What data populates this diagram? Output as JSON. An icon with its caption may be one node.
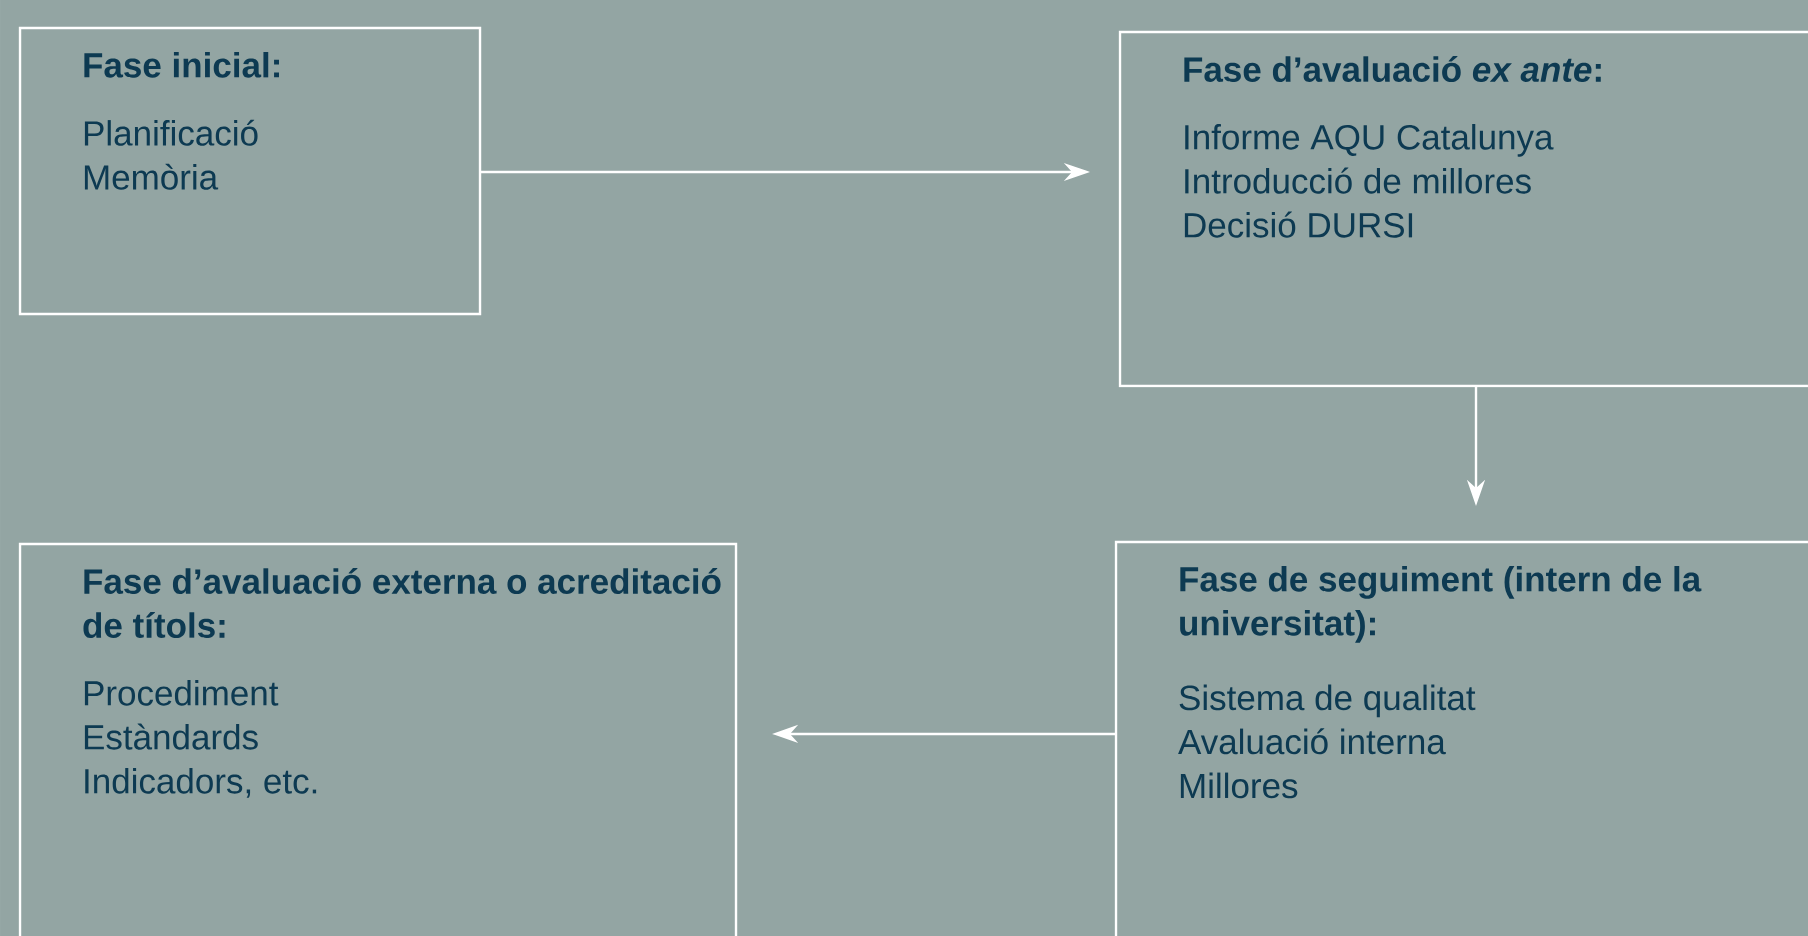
{
  "diagram": {
    "nodes": [
      {
        "text": [
          "Fase inicial:",
          "Planificació",
          "Memòria"
        ]
      },
      {
        "text": [
          "Fase d’avaluació *ex ante*:",
          "Informe AQU Catalunya",
          "Introducció de millores",
          "Decisió DURSI"
        ]
      },
      {
        "text": [
          "Fase d’avaluació externa o acreditació de títols:",
          "Procediment",
          "Estàndards",
          "Indicadors, etc."
        ]
      },
      {
        "text": [
          "Fase de seguiment (intern de la universitat):",
          "Sistema de qualitat",
          "Avaluació interna",
          "Millores"
        ]
      }
    ],
    "edges": [
      {
        "from": 0,
        "to": 1,
        "arrow": "to"
      },
      {
        "from": 1,
        "to": 3,
        "arrow": "to"
      },
      {
        "from": 3,
        "to": 2,
        "arrow": "to"
      }
    ]
  }
}
